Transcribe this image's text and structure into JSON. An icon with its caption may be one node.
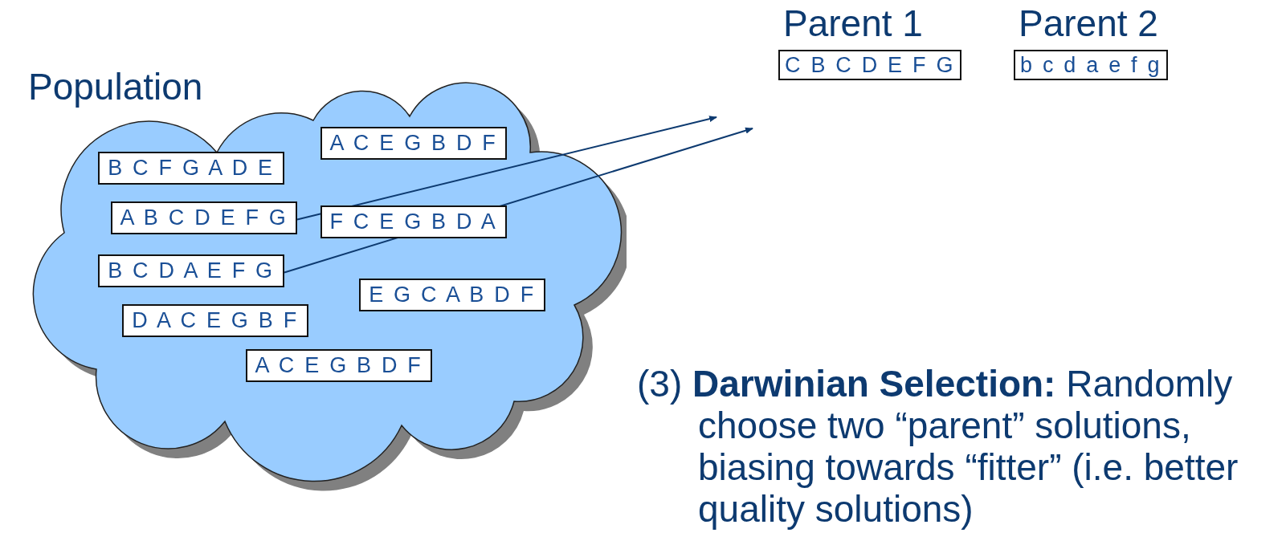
{
  "diagram": {
    "nodes": [
      {
        "text": [
          "Population"
        ]
      },
      {
        "text": [
          "A C E G B D F"
        ],
        "in": 0
      },
      {
        "text": [
          "B C F G A D E"
        ],
        "in": 0
      },
      {
        "text": [
          "A B C D E F G"
        ],
        "in": 0
      },
      {
        "text": [
          "F C E G B D A"
        ],
        "in": 0
      },
      {
        "text": [
          "B C D A E F G"
        ],
        "in": 0
      },
      {
        "text": [
          "E G C A B D F"
        ],
        "in": 0
      },
      {
        "text": [
          "D A C E G B F"
        ],
        "in": 0
      },
      {
        "text": [
          "A C E G B D F"
        ],
        "in": 0
      },
      {
        "text": [
          "Parent 1",
          "C B C D E F G"
        ]
      },
      {
        "text": [
          "Parent 2",
          "b c d a e f g"
        ]
      }
    ],
    "edges": [
      {
        "from": 3,
        "to": null,
        "arrow": "to"
      },
      {
        "from": 5,
        "to": null,
        "arrow": "to"
      }
    ],
    "labels": [
      "(3) **Darwinian Selection:** Randomly choose two “parent” solutions, biasing towards “fitter” (i.e. better quality solutions)"
    ]
  }
}
